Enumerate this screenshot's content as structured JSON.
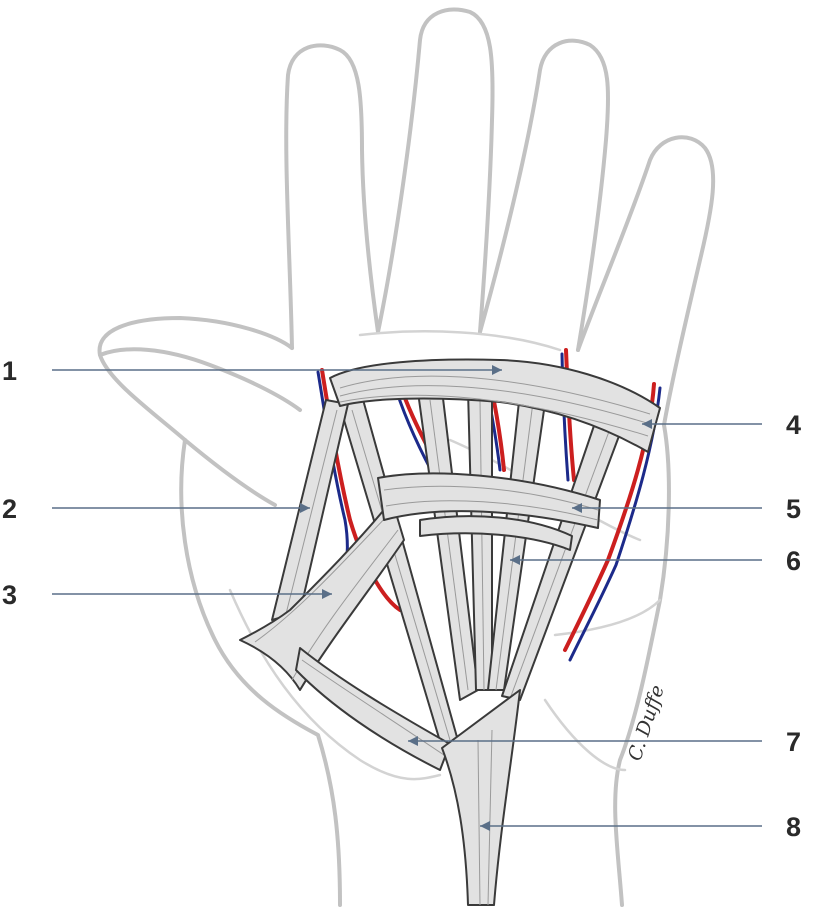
{
  "figure": {
    "signature": "C. Duffe",
    "colors": {
      "artery": "#cc1f1f",
      "nerve": "#1c2a8a",
      "outline": "#c2c2c2",
      "fascia_fill": "#e2e2e2",
      "leader": "#5a6f88"
    },
    "labels": [
      {
        "id": "1",
        "text": "1",
        "side": "left"
      },
      {
        "id": "2",
        "text": "2",
        "side": "left"
      },
      {
        "id": "3",
        "text": "3",
        "side": "left"
      },
      {
        "id": "4",
        "text": "4",
        "side": "right"
      },
      {
        "id": "5",
        "text": "5",
        "side": "right"
      },
      {
        "id": "6",
        "text": "6",
        "side": "right"
      },
      {
        "id": "7",
        "text": "7",
        "side": "right"
      },
      {
        "id": "8",
        "text": "8",
        "side": "right"
      }
    ]
  }
}
